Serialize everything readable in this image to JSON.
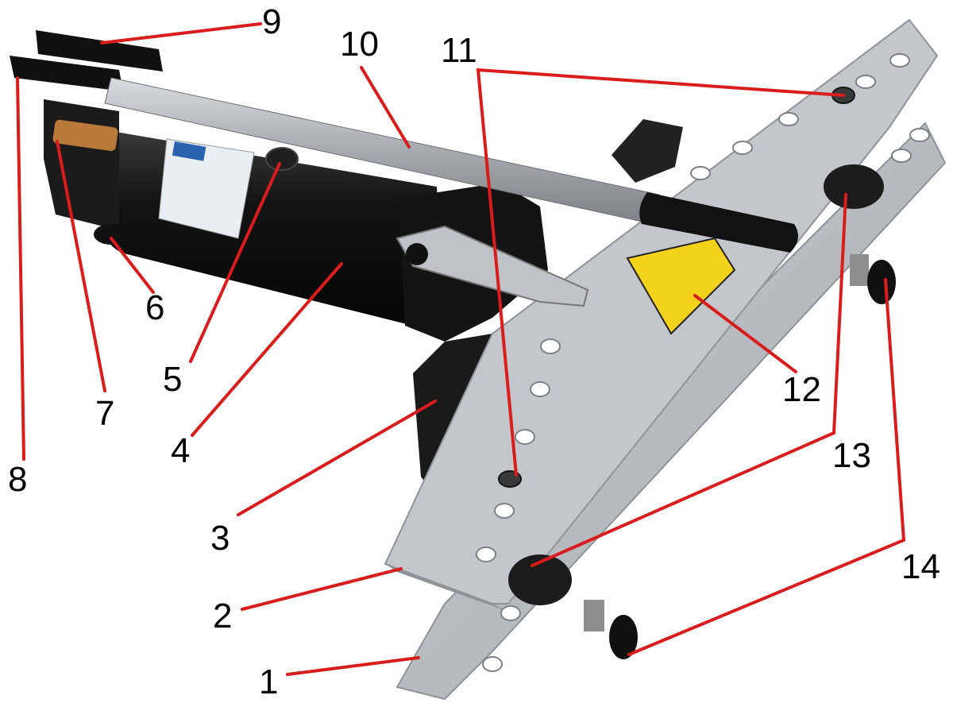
{
  "colors": {
    "leader": "#d91c1c",
    "plate": "#b9bec3",
    "plate_edge": "#8e9398",
    "cylinder": "#111111",
    "handle": "#a9adb1",
    "label_yellow": "#f2d21b",
    "number_text": "#000000"
  },
  "callouts": [
    {
      "id": "1",
      "label": "1"
    },
    {
      "id": "2",
      "label": "2"
    },
    {
      "id": "3",
      "label": "3"
    },
    {
      "id": "4",
      "label": "4"
    },
    {
      "id": "5",
      "label": "5"
    },
    {
      "id": "6",
      "label": "6"
    },
    {
      "id": "7",
      "label": "7"
    },
    {
      "id": "8",
      "label": "8"
    },
    {
      "id": "9",
      "label": "9"
    },
    {
      "id": "10",
      "label": "10"
    },
    {
      "id": "11",
      "label": "11"
    },
    {
      "id": "12",
      "label": "12"
    },
    {
      "id": "13",
      "label": "13"
    },
    {
      "id": "14",
      "label": "14"
    }
  ]
}
